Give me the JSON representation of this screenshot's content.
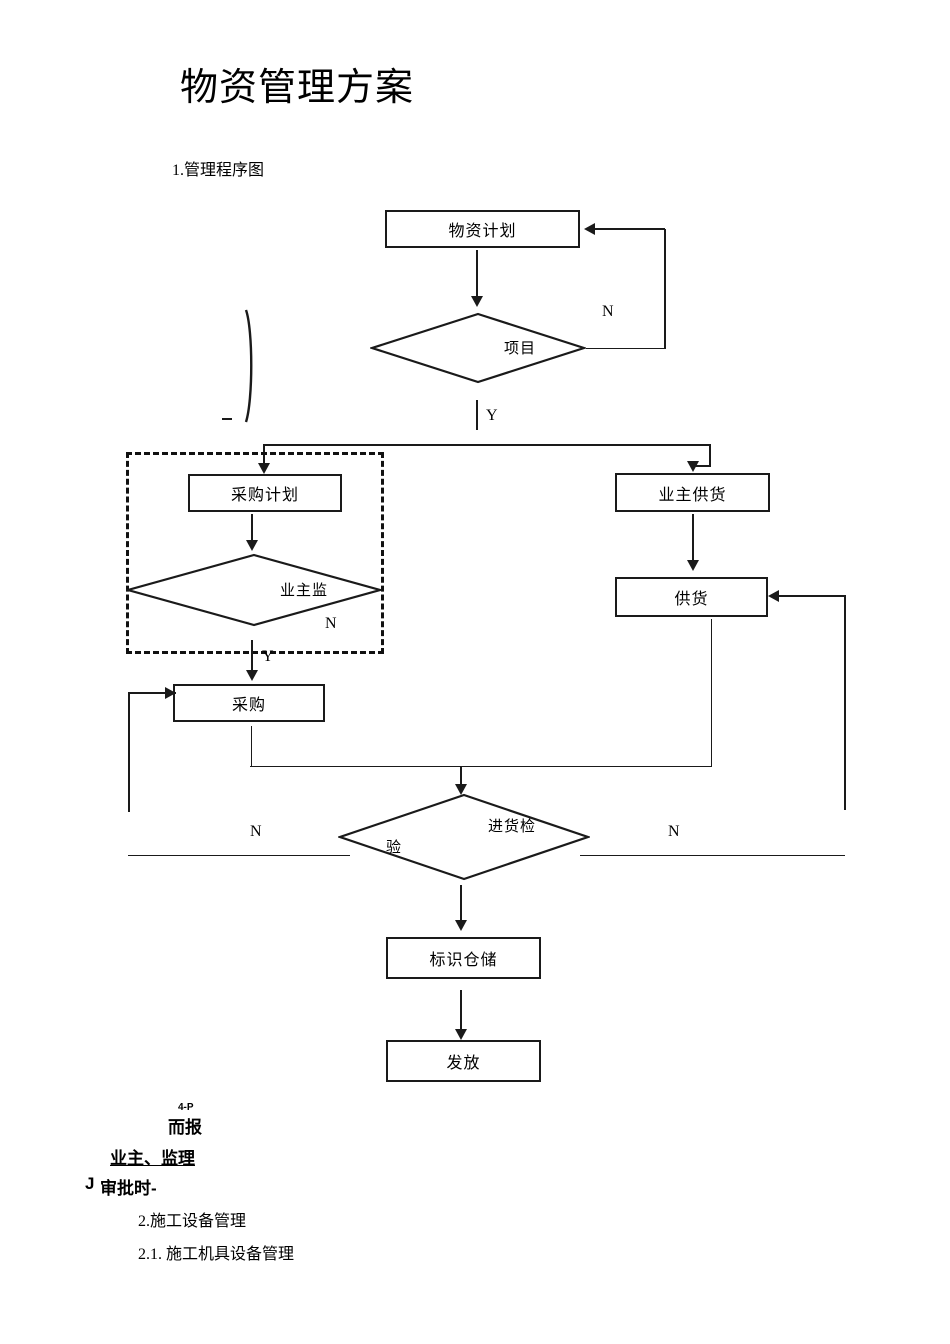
{
  "document": {
    "title": "物资管理方案",
    "headings": [
      {
        "text": "1.管理程序图"
      },
      {
        "text": "2.施工设备管理"
      },
      {
        "text": "2.1.  施工机具设备管理"
      }
    ]
  },
  "flowchart": {
    "nodes": [
      {
        "id": "material-plan",
        "label": "物资计划",
        "shape": "box"
      },
      {
        "id": "project",
        "label": "项目",
        "shape": "diamond"
      },
      {
        "id": "purchase-plan",
        "label": "采购计划",
        "shape": "box"
      },
      {
        "id": "owner-supervision",
        "label": "业主监",
        "shape": "diamond"
      },
      {
        "id": "purchase",
        "label": "采购",
        "shape": "box"
      },
      {
        "id": "owner-supply",
        "label": "业主供货",
        "shape": "box"
      },
      {
        "id": "supply",
        "label": "供货",
        "shape": "box"
      },
      {
        "id": "incoming-inspection-line1",
        "label": "进货检",
        "shape": "diamond"
      },
      {
        "id": "incoming-inspection-line2",
        "label": "验",
        "shape": "diamond"
      },
      {
        "id": "identify-storage",
        "label": "标识仓储",
        "shape": "box"
      },
      {
        "id": "issue",
        "label": "发放",
        "shape": "box"
      }
    ],
    "branch_labels": {
      "project_no": "N",
      "project_yes": "Y",
      "owner_supervision_no": "N",
      "owner_supervision_yes": "Y",
      "inspection_no_left": "N",
      "inspection_no_right": "N"
    },
    "colors": {
      "stroke": "#1a1a1a",
      "background": "#ffffff"
    }
  },
  "annotations": {
    "superscript": "4-P",
    "line1": "而报",
    "line2": "业主、监理",
    "line3_prefix": "J",
    "line3": "审批时-"
  }
}
